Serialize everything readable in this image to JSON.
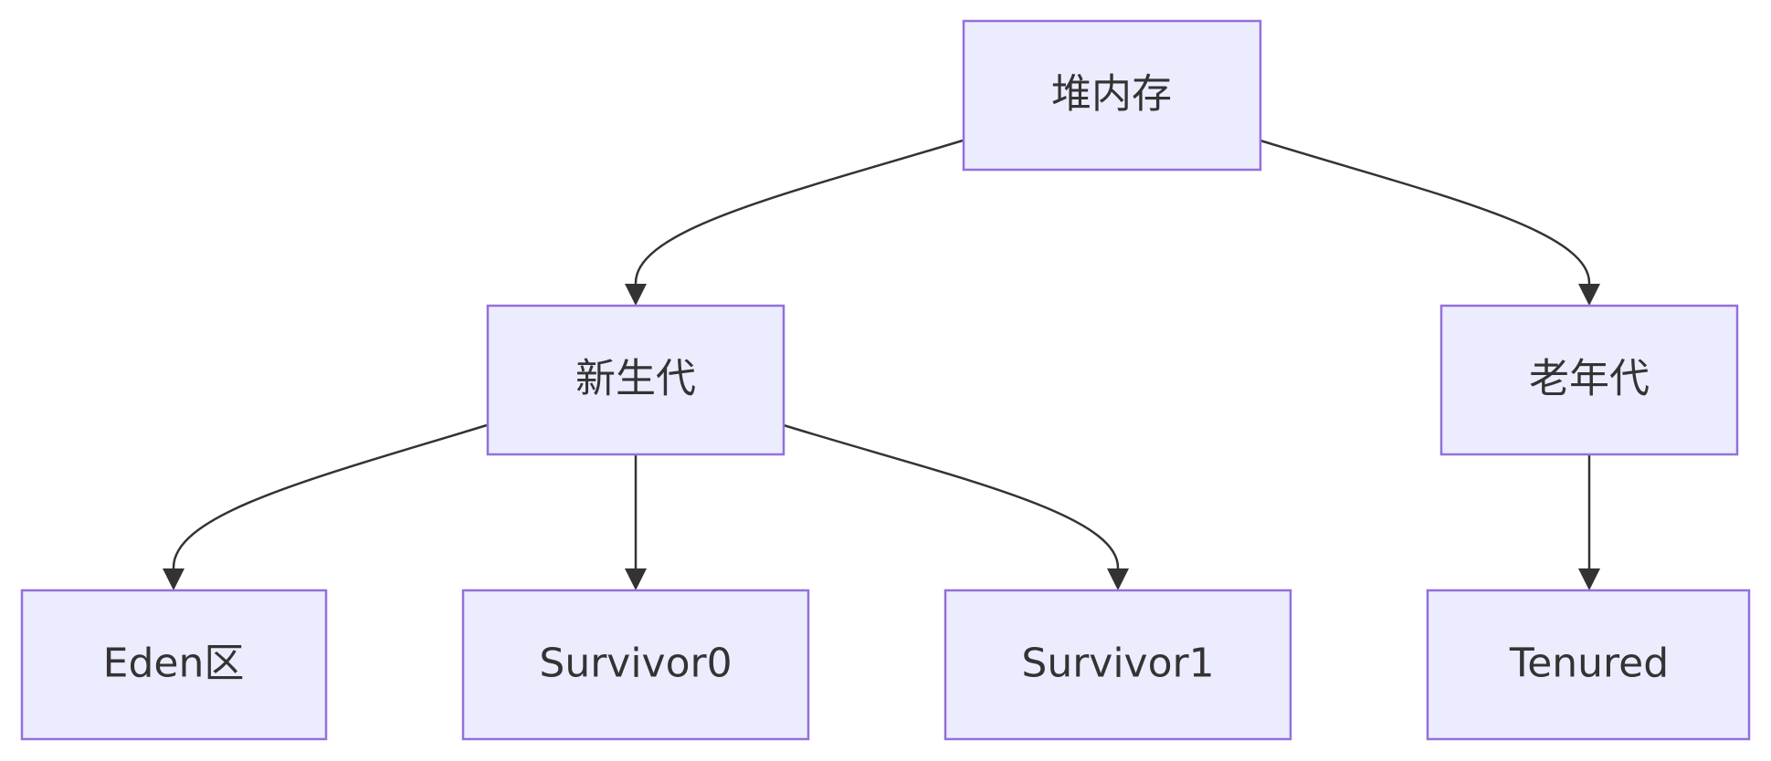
{
  "diagram": {
    "type": "flowchart",
    "direction": "top-down",
    "colors": {
      "node_fill": "#ececff",
      "node_stroke": "#9370db",
      "edge": "#333333",
      "text": "#333333"
    },
    "nodes": {
      "heap": "堆内存",
      "young": "新生代",
      "old": "老年代",
      "eden": "Eden区",
      "s0": "Survivor0",
      "s1": "Survivor1",
      "tenured": "Tenured"
    },
    "edges": [
      {
        "from": "heap",
        "to": "young"
      },
      {
        "from": "heap",
        "to": "old"
      },
      {
        "from": "young",
        "to": "eden"
      },
      {
        "from": "young",
        "to": "s0"
      },
      {
        "from": "young",
        "to": "s1"
      },
      {
        "from": "old",
        "to": "tenured"
      }
    ]
  }
}
